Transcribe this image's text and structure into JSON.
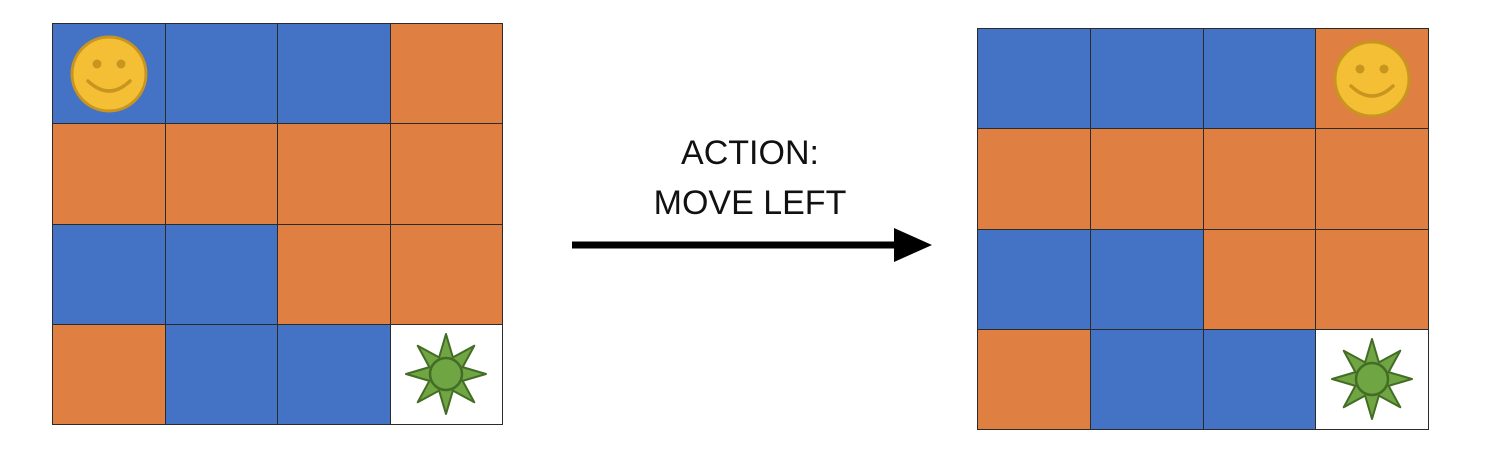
{
  "colors": {
    "blue": "#4472c4",
    "orange": "#e07f42",
    "empty": "#ffffff",
    "smiley_fill": "#f4bf35",
    "smiley_stroke": "#c8951f",
    "sun_fill": "#70a544",
    "sun_stroke": "#436c24",
    "arrow": "#000000"
  },
  "action": {
    "line1": "ACTION:",
    "line2": "MOVE LEFT"
  },
  "before_grid": {
    "cells": [
      [
        "blue",
        "blue",
        "blue",
        "orange"
      ],
      [
        "orange",
        "orange",
        "orange",
        "orange"
      ],
      [
        "blue",
        "blue",
        "orange",
        "orange"
      ],
      [
        "orange",
        "blue",
        "blue",
        "empty"
      ]
    ],
    "icons": [
      {
        "row": 0,
        "col": 0,
        "icon": "smiley-icon"
      },
      {
        "row": 3,
        "col": 3,
        "icon": "sun-icon"
      }
    ]
  },
  "after_grid": {
    "cells": [
      [
        "blue",
        "blue",
        "blue",
        "orange"
      ],
      [
        "orange",
        "orange",
        "orange",
        "orange"
      ],
      [
        "blue",
        "blue",
        "orange",
        "orange"
      ],
      [
        "orange",
        "blue",
        "blue",
        "empty"
      ]
    ],
    "icons": [
      {
        "row": 0,
        "col": 3,
        "icon": "smiley-icon"
      },
      {
        "row": 3,
        "col": 3,
        "icon": "sun-icon"
      }
    ]
  }
}
